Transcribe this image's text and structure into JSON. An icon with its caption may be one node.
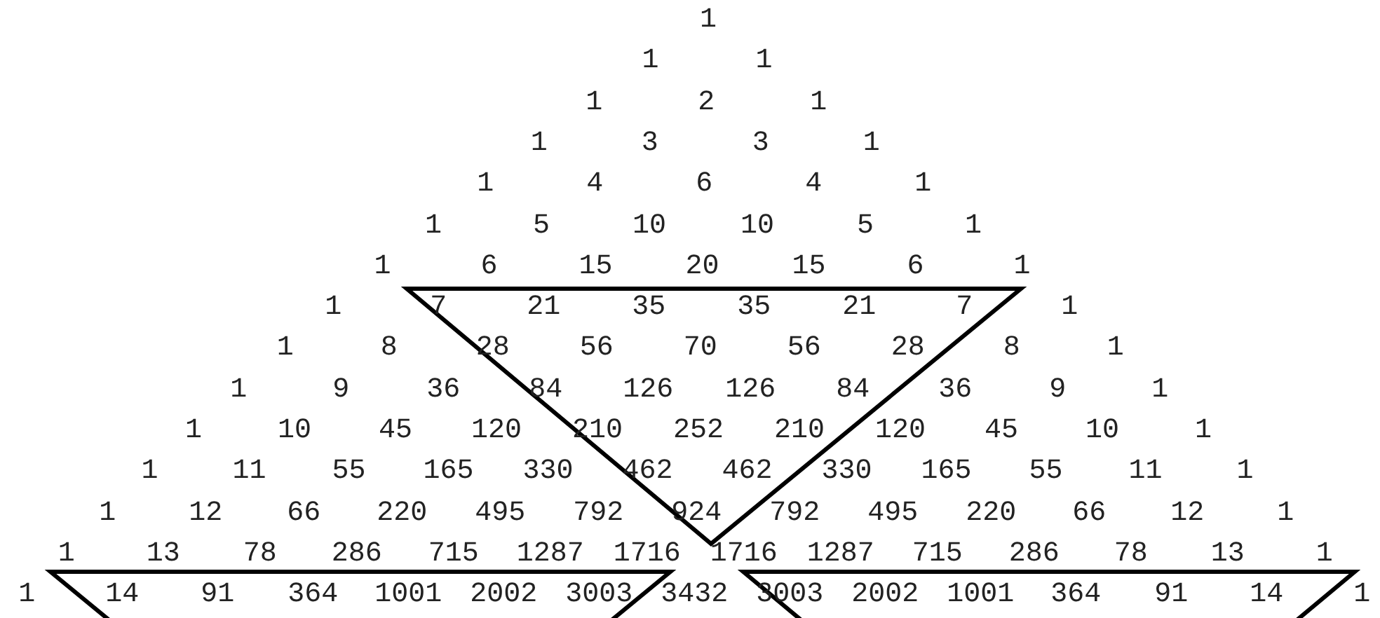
{
  "diagram": {
    "labels": [
      "1",
      "1",
      "1",
      "1",
      "2",
      "1",
      "1",
      "3",
      "3",
      "1",
      "1",
      "4",
      "6",
      "4",
      "1",
      "1",
      "5",
      "10",
      "10",
      "5",
      "1",
      "1",
      "6",
      "15",
      "20",
      "15",
      "6",
      "1",
      "1",
      "7",
      "21",
      "35",
      "35",
      "21",
      "7",
      "1",
      "1",
      "8",
      "28",
      "56",
      "70",
      "56",
      "28",
      "8",
      "1",
      "1",
      "9",
      "36",
      "84",
      "126",
      "126",
      "84",
      "36",
      "9",
      "1",
      "1",
      "10",
      "45",
      "120",
      "210",
      "252",
      "210",
      "120",
      "45",
      "10",
      "1",
      "1",
      "11",
      "55",
      "165",
      "330",
      "462",
      "462",
      "330",
      "165",
      "55",
      "11",
      "1",
      "1",
      "12",
      "66",
      "220",
      "495",
      "792",
      "924",
      "792",
      "495",
      "220",
      "66",
      "12",
      "1",
      "1",
      "13",
      "78",
      "286",
      "715",
      "1287",
      "1716",
      "1716",
      "1287",
      "715",
      "286",
      "78",
      "13",
      "1",
      "1",
      "14",
      "91",
      "364",
      "1001",
      "2002",
      "3003",
      "3432",
      "3003",
      "2002",
      "1001",
      "364",
      "91",
      "14",
      "1"
    ]
  }
}
